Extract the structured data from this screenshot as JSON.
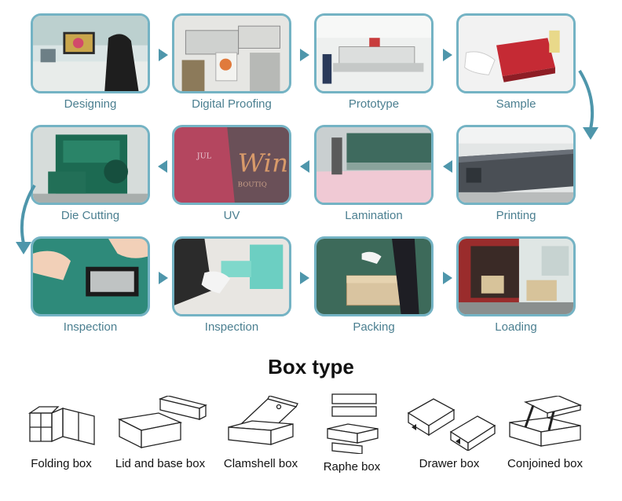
{
  "process": {
    "steps": [
      {
        "label": "Designing"
      },
      {
        "label": "Digital Proofing"
      },
      {
        "label": "Prototype"
      },
      {
        "label": "Sample"
      },
      {
        "label": "Printing"
      },
      {
        "label": "Lamination"
      },
      {
        "label": "UV"
      },
      {
        "label": "Die Cutting"
      },
      {
        "label": "Inspection"
      },
      {
        "label": "Inspection"
      },
      {
        "label": "Packing"
      },
      {
        "label": "Loading"
      }
    ],
    "uv_photo_text": {
      "brand_script": "Win",
      "brand_small": "JUL",
      "brand_sub": "BOUTIQ"
    }
  },
  "box_section": {
    "title": "Box type",
    "types": [
      {
        "label": "Folding box"
      },
      {
        "label": "Lid and base box"
      },
      {
        "label": "Clamshell box"
      },
      {
        "label": "Raphe box"
      },
      {
        "label": "Drawer box"
      },
      {
        "label": "Conjoined box"
      }
    ]
  },
  "colors": {
    "frame": "#74b3c4",
    "arrow": "#4e96ab",
    "caption": "#4b7f90"
  }
}
